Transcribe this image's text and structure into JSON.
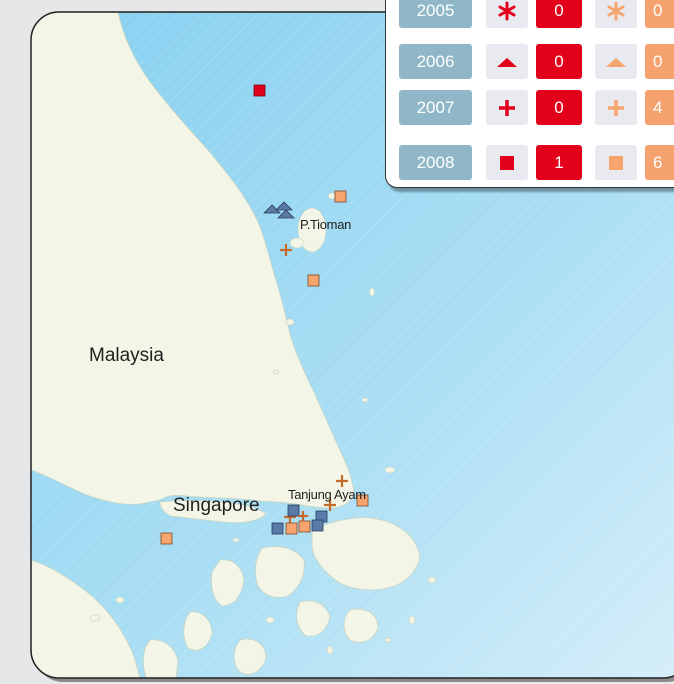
{
  "map": {
    "labels": {
      "malaysia": "Malaysia",
      "singapore": "Singapore",
      "tioman": "P.Tioman",
      "tanjung_ayam": "Tanjung Ayam"
    },
    "colors": {
      "sea": "#8dd3f0",
      "land": "#f3f6e6",
      "red": "#e2001a",
      "orange": "#f7a46e",
      "blue": "#5a7aa8"
    }
  },
  "legend": {
    "rows": [
      {
        "year": "2005",
        "symbol": "asterisk-icon",
        "count_red": "0",
        "count_orange": "0"
      },
      {
        "year": "2006",
        "symbol": "triangle-icon",
        "count_red": "0",
        "count_orange": "0"
      },
      {
        "year": "2007",
        "symbol": "cross-icon",
        "count_red": "0",
        "count_orange": "4"
      },
      {
        "year": "2008",
        "symbol": "square-icon",
        "count_red": "1",
        "count_orange": "6"
      }
    ]
  }
}
